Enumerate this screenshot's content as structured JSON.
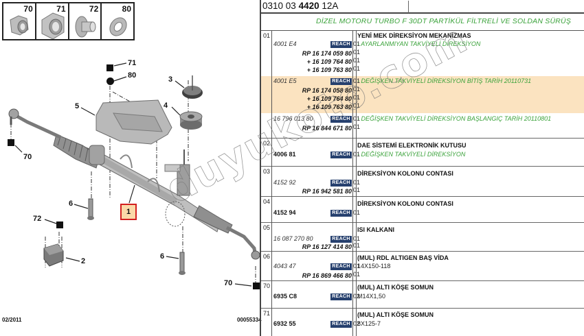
{
  "diagram": {
    "thumbnails": [
      {
        "num": "70",
        "icon": "hex-nut-icon"
      },
      {
        "num": "71",
        "icon": "large-hex-nut-icon"
      },
      {
        "num": "72",
        "icon": "flange-nut-icon"
      },
      {
        "num": "80",
        "icon": "washer-icon"
      }
    ],
    "callouts": {
      "c71": "71",
      "c80": "80",
      "c3": "3",
      "c4": "4",
      "c5": "5",
      "c70_left": "70",
      "c1": "1",
      "c6_left": "6",
      "c72": "72",
      "c2": "2",
      "c6_right": "6",
      "c70_right": "70"
    },
    "footer_date": "02/2011",
    "footer_ref": "00055334"
  },
  "header": {
    "ref_prefix": "0310 03 ",
    "ref_bold": "4420",
    "ref_suffix": " 12A",
    "vehicle_title": "DİZEL MOTORU TURBO F 30DT PARTİKÜL FİLTRELİ VE SOLDAN SÜRÜŞ"
  },
  "watermark": "duyukoto.com",
  "reach_label": "REACH",
  "groups": [
    {
      "num": "01",
      "title": "YENİ MEK DİREKSİYON MEKANİZMAS",
      "variants": [
        {
          "pn": "4001 E4",
          "qty": "01",
          "desc": "- AYARLANMIYAN TAKVİYELİ DİREKSİYON",
          "subs": [
            {
              "pn": "RP 16 174 059 80",
              "qty": "01"
            },
            {
              "pn": "+ 16 109 764 80",
              "qty": "01"
            },
            {
              "pn": "+ 16 109 763 80",
              "qty": "01"
            }
          ]
        },
        {
          "pn": "4001 E5",
          "qty": "01",
          "desc": "- DEĞİŞKEN TAKVİYELİ DİREKSİYON BİTİŞ TARİH 20110731",
          "subs": [
            {
              "pn": "RP 16 174 058 80",
              "qty": "01"
            },
            {
              "pn": "+ 16 109 764 80",
              "qty": "01"
            },
            {
              "pn": "+ 16 109 763 80",
              "qty": "01"
            }
          ]
        },
        {
          "pn": "16 796 013 80",
          "qty": "01",
          "desc": "- DEĞİŞKEN TAKVİYELİ DİREKSİYON BAŞLANGIÇ TARİH 20110801",
          "subs": [
            {
              "pn": "RP 16 844 671 80",
              "qty": "01"
            }
          ]
        }
      ]
    },
    {
      "num": "02",
      "title": "DAE SİSTEMİ ELEKTRONİK KUTUSU",
      "variants": [
        {
          "pn": "4006 81",
          "qty": "01",
          "desc": "- DEĞİŞKEN TAKVİYELİ DİREKSİYON",
          "subs": []
        }
      ]
    },
    {
      "num": "03",
      "title": "DİREKSİYON KOLONU CONTASI",
      "variants": [
        {
          "pn": "4152 92",
          "qty": "01",
          "desc": "",
          "subs": [
            {
              "pn": "RP 16 942 581 80",
              "qty": "01"
            }
          ]
        }
      ]
    },
    {
      "num": "04",
      "title": "DİREKSİYON KOLONU CONTASI",
      "variants": [
        {
          "pn": "4152 94",
          "qty": "01",
          "desc": "",
          "subs": []
        }
      ]
    },
    {
      "num": "05",
      "title": "ISI KALKANI",
      "variants": [
        {
          "pn": "16 087 270 80",
          "qty": "01",
          "desc": "",
          "subs": [
            {
              "pn": "RP 16 127 414 80",
              "qty": "01"
            }
          ]
        }
      ]
    },
    {
      "num": "06",
      "title": "(MUL) RDL ALTIGEN BAŞ VİDA",
      "variants": [
        {
          "pn": "4043 47",
          "qty": "01",
          "desc": "14X150-118",
          "subs": [
            {
              "pn": "RP 16 869 466 80",
              "qty": "01"
            }
          ]
        }
      ]
    },
    {
      "num": "70",
      "title": "(MUL) ALTI KÖŞE SOMUN",
      "variants": [
        {
          "pn": "6935 C8",
          "qty": "02",
          "desc": "M14X1,50",
          "subs": []
        }
      ]
    },
    {
      "num": "71",
      "title": "(MUL) ALTI KÖŞE SOMUN",
      "variants": [
        {
          "pn": "6932 55",
          "qty": "02",
          "desc": "8X125-7",
          "subs": []
        }
      ]
    }
  ],
  "colors": {
    "highlight_row": "#fbe3c0",
    "highlight_callout_border": "#d32020",
    "reach_badge": "#26406e",
    "green_text": "#3aa23a"
  }
}
